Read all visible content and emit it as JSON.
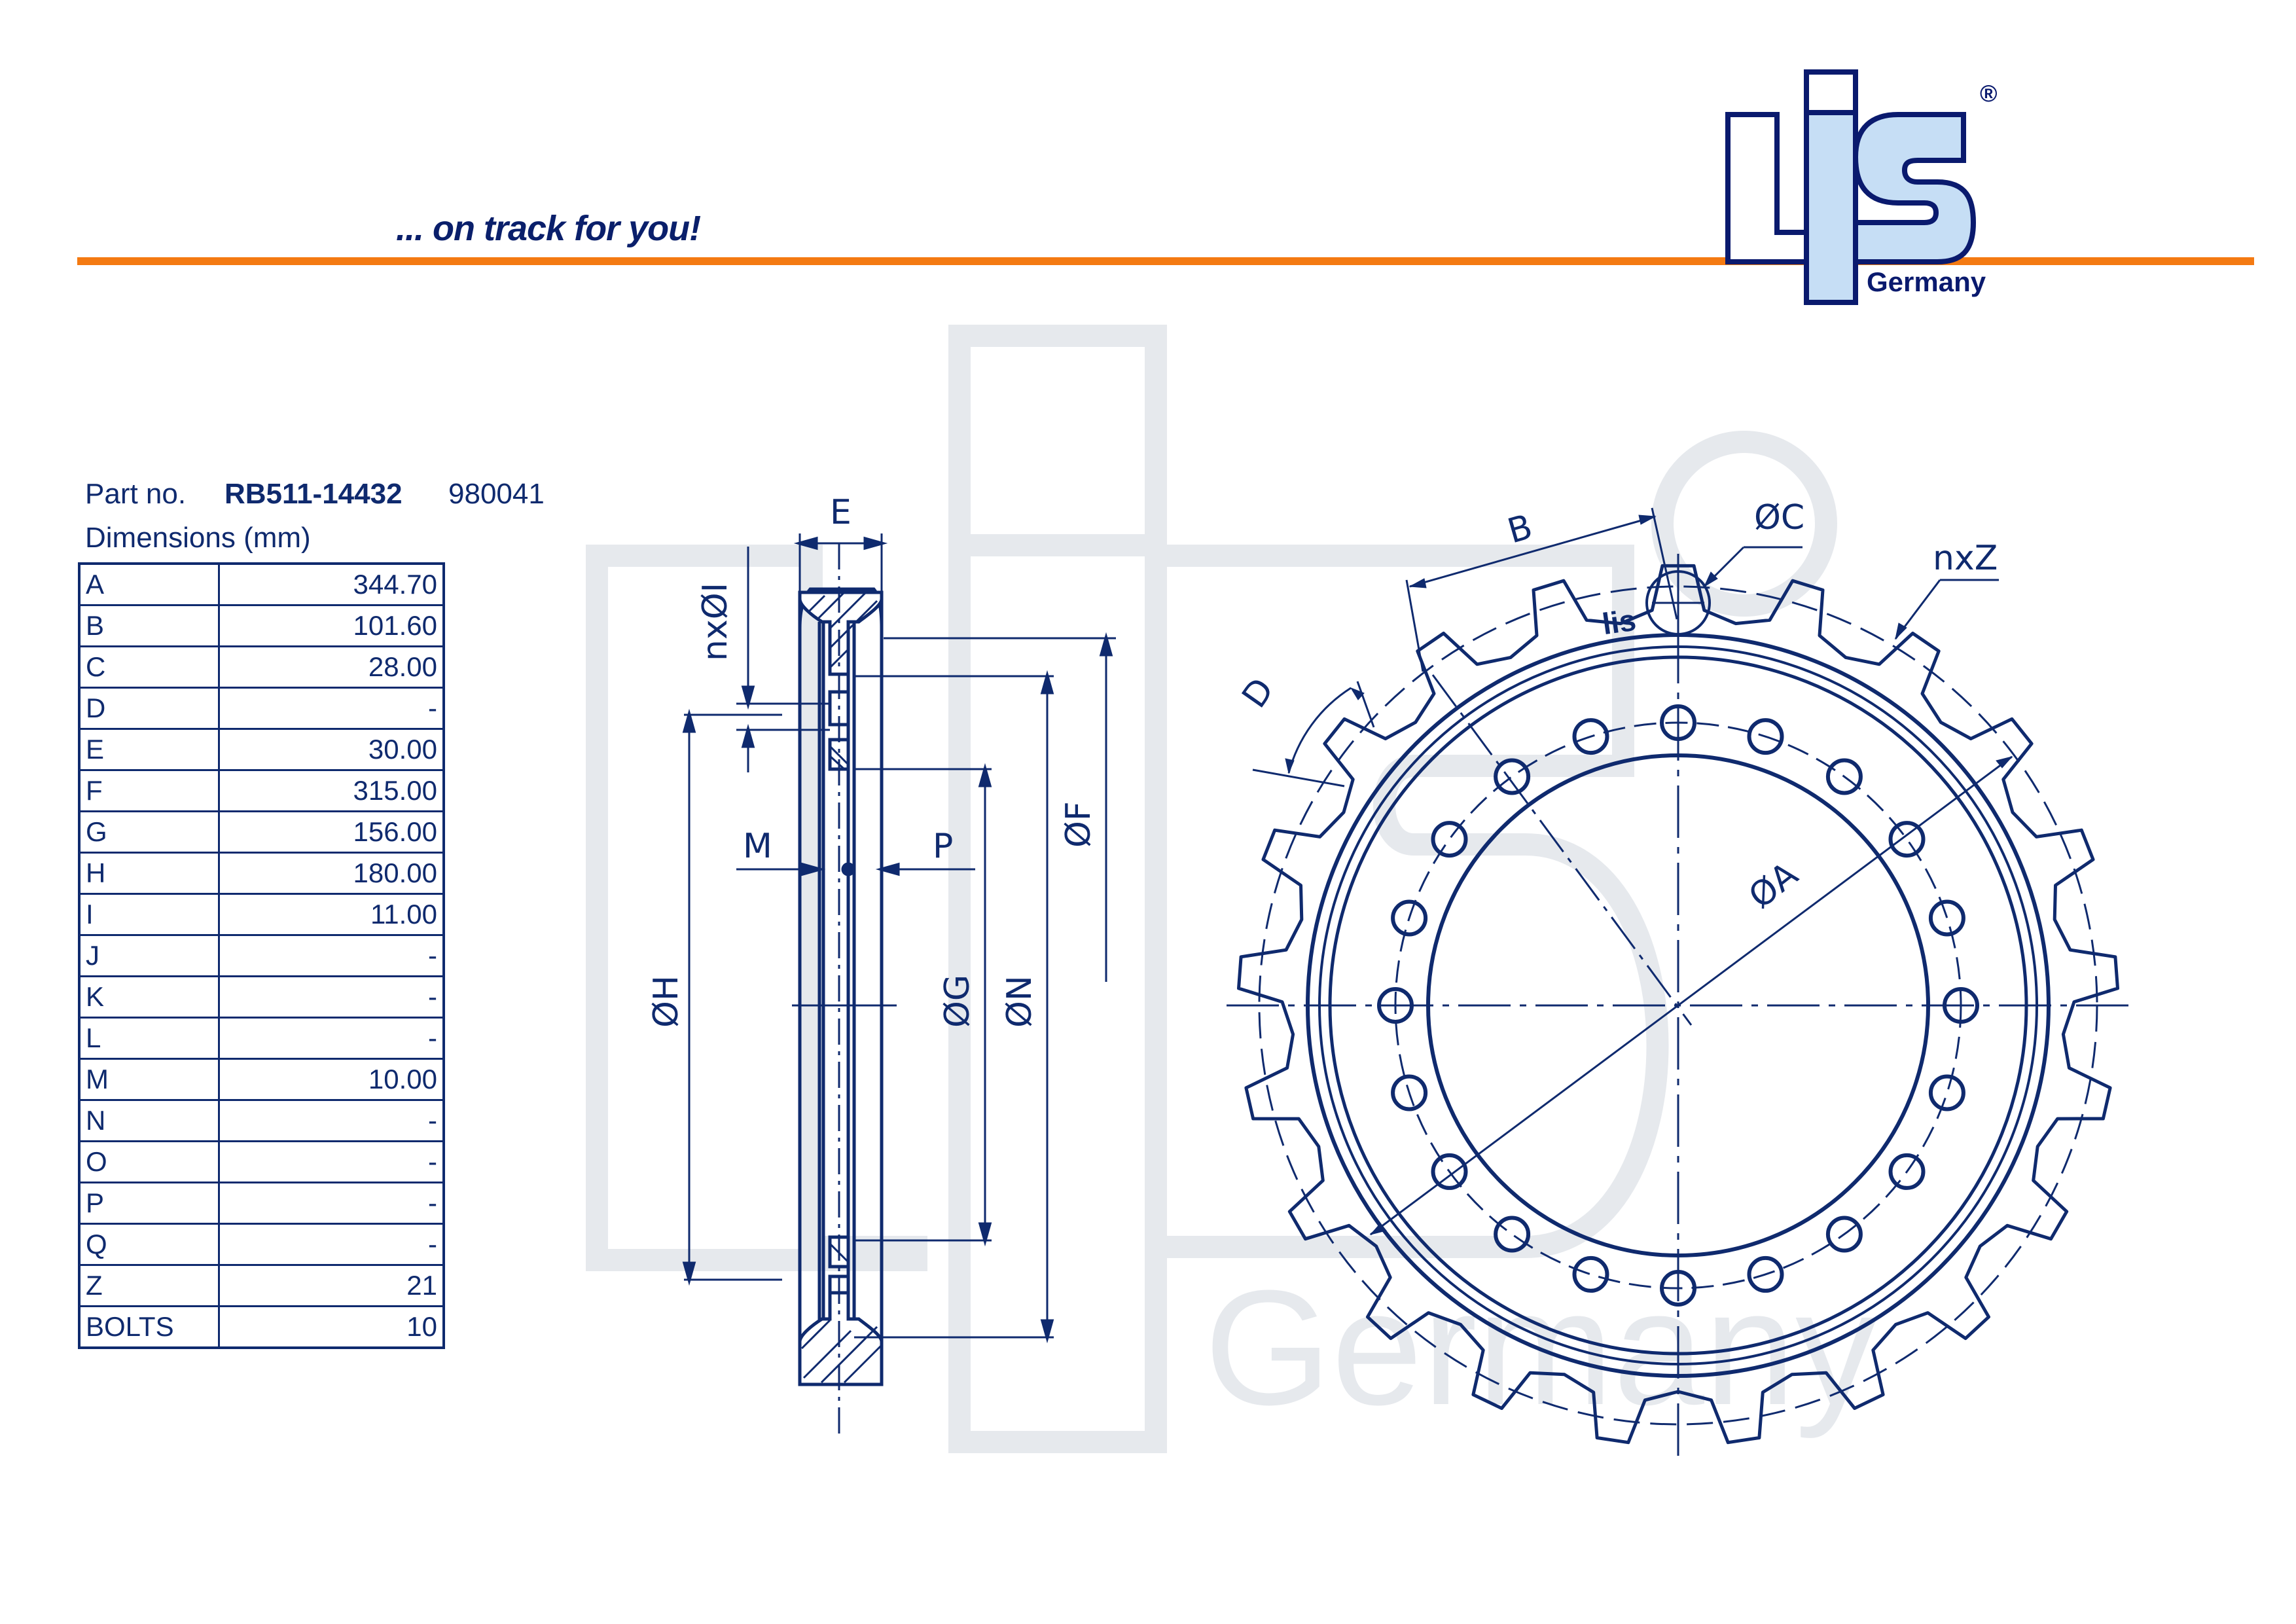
{
  "header": {
    "tagline": "... on track for you!",
    "brand": {
      "name": "LIS",
      "subtitle": "Germany",
      "registered_mark": "®"
    }
  },
  "part": {
    "label": "Part no.",
    "number": "RB511-14432",
    "code": "980041"
  },
  "dimensions": {
    "label": "Dimensions (mm)",
    "rows": [
      {
        "key": "A",
        "value": "344.70"
      },
      {
        "key": "B",
        "value": "101.60"
      },
      {
        "key": "C",
        "value": "28.00"
      },
      {
        "key": "D",
        "value": "-"
      },
      {
        "key": "E",
        "value": "30.00"
      },
      {
        "key": "F",
        "value": "315.00"
      },
      {
        "key": "G",
        "value": "156.00"
      },
      {
        "key": "H",
        "value": "180.00"
      },
      {
        "key": "I",
        "value": "11.00"
      },
      {
        "key": "J",
        "value": "-"
      },
      {
        "key": "K",
        "value": "-"
      },
      {
        "key": "L",
        "value": "-"
      },
      {
        "key": "M",
        "value": "10.00"
      },
      {
        "key": "N",
        "value": "-"
      },
      {
        "key": "O",
        "value": "-"
      },
      {
        "key": "P",
        "value": "-"
      },
      {
        "key": "Q",
        "value": "-"
      },
      {
        "key": "Z",
        "value": "21"
      },
      {
        "key": "BOLTS",
        "value": "10"
      }
    ]
  },
  "drawing": {
    "side_view_labels": {
      "E": "E",
      "nxI": "nxØI",
      "M": "M",
      "P": "P",
      "F": "ØF",
      "H": "ØH",
      "G": "ØG",
      "N": "ØN"
    },
    "front_view_labels": {
      "A": "ØA",
      "B": "B",
      "C": "ØC",
      "D": "D",
      "nxZ": "nxZ"
    },
    "watermark_text": "Germany",
    "colors": {
      "line": "#0f2a6e",
      "accent": "#f47a12",
      "logo_fill": "#c6def5",
      "watermark": "#e6e9ed"
    }
  }
}
